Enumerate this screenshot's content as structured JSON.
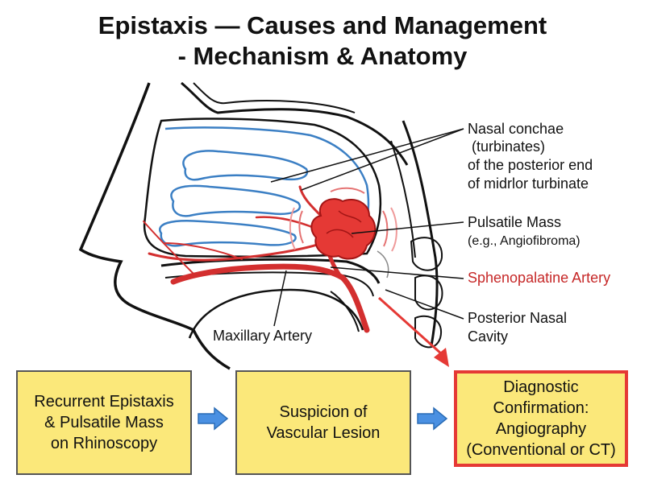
{
  "title": {
    "line1": "Epistaxis — Causes and Management",
    "line2": "- Mechanism & Anatomy"
  },
  "labels": {
    "conchae": [
      "Nasal conchae",
      "(turbinates)",
      "of the posterior end",
      "of midrlor turbinate"
    ],
    "mass": [
      "Pulsatile Mass",
      "(e.g., Angiofibroma)"
    ],
    "artery": "Sphenopalatine Artery",
    "cavity": [
      "Posterior Nasal",
      "Cavity"
    ],
    "maxillary": "Maxillary Artery"
  },
  "flow": {
    "box1": [
      "Recurrent Epistaxis",
      "& Pulsatile Mass",
      "on Rhinoscopy"
    ],
    "box2": [
      "Suspicion of",
      "Vascular Lesion"
    ],
    "box3": [
      "Diagnostic",
      "Confirmation:",
      "Angiography",
      "(Conventional or CT)"
    ]
  },
  "colors": {
    "mucosa_blue": "#3b7fc4",
    "artery_red": "#d32f2f",
    "mass_red": "#e53935",
    "box_fill": "#fbe87a",
    "highlight_border": "#e53935",
    "flow_arrow_blue": "#4a90e2"
  },
  "icons": {
    "flow_arrow": "right-arrow-icon"
  }
}
